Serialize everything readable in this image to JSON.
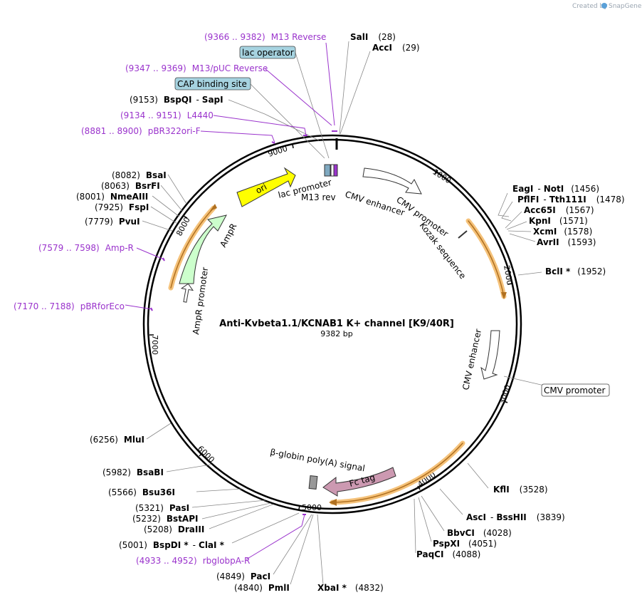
{
  "credit": {
    "text": "Created by",
    "brand": "SnapGene"
  },
  "plasmid": {
    "name": "Anti-Kvbeta1.1/KCNAB1 K+ channel [K9/40R]",
    "size": "9382 bp"
  },
  "ticks": [
    "1000",
    "2000",
    "3000",
    "4000",
    "5000",
    "6000",
    "7000",
    "8000",
    "9000"
  ],
  "sites": [
    {
      "name": "SalI",
      "pos": "(28)"
    },
    {
      "name": "AccI",
      "pos": "(29)"
    },
    {
      "name": "EagI",
      "sep": "-",
      "name2": "NotI",
      "pos": "(1456)"
    },
    {
      "name": "PflFI",
      "sep": "-",
      "name2": "Tth111I",
      "pos": "(1478)"
    },
    {
      "name": "Acc65I",
      "pos": "(1567)"
    },
    {
      "name": "KpnI",
      "pos": "(1571)"
    },
    {
      "name": "XcmI",
      "pos": "(1578)"
    },
    {
      "name": "AvrII",
      "pos": "(1593)"
    },
    {
      "name": "BclI *",
      "pos": "(1952)"
    },
    {
      "name": "KflI",
      "pos": "(3528)"
    },
    {
      "name": "AscI",
      "sep": "-",
      "name2": "BssHII",
      "pos": "(3839)"
    },
    {
      "name": "BbvCI",
      "pos": "(4028)"
    },
    {
      "name": "PspXI",
      "pos": "(4051)"
    },
    {
      "name": "PaqCI",
      "pos": "(4088)"
    },
    {
      "name": "XbaI *",
      "pos": "(4832)"
    },
    {
      "name": "PmlI",
      "pos": "(4840)"
    },
    {
      "name": "PacI",
      "pos": "(4849)"
    },
    {
      "name": "BspDI *",
      "sep": "-",
      "name2": "ClaI *",
      "pos": "(5001)"
    },
    {
      "name": "DraIII",
      "pos": "(5208)"
    },
    {
      "name": "BstAPI",
      "pos": "(5232)"
    },
    {
      "name": "PasI",
      "pos": "(5321)"
    },
    {
      "name": "Bsu36I",
      "pos": "(5566)"
    },
    {
      "name": "BsaBI",
      "pos": "(5982)"
    },
    {
      "name": "MluI",
      "pos": "(6256)"
    },
    {
      "name": "PvuI",
      "pos": "(7779)"
    },
    {
      "name": "FspI",
      "pos": "(7925)"
    },
    {
      "name": "NmeAIII",
      "pos": "(8001)"
    },
    {
      "name": "BsrFI",
      "pos": "(8063)"
    },
    {
      "name": "BsaI",
      "pos": "(8082)"
    },
    {
      "name": "BspQI",
      "sep": "-",
      "name2": "SapI",
      "pos": "(9153)"
    }
  ],
  "primers": [
    {
      "range": "(9366 .. 9382)",
      "name": "M13 Reverse"
    },
    {
      "range": "(9347 .. 9369)",
      "name": "M13/pUC Reverse"
    },
    {
      "range": "(9134 .. 9151)",
      "name": "L4440"
    },
    {
      "range": "(8881 .. 8900)",
      "name": "pBR322ori-F"
    },
    {
      "range": "(7579 .. 7598)",
      "name": "Amp-R"
    },
    {
      "range": "(7170 .. 7188)",
      "name": "pBRforEco"
    },
    {
      "range": "(4933 .. 4952)",
      "name": "rbglobpA-R"
    }
  ],
  "boxed_features": [
    "lac operator",
    "CAP binding site",
    "CMV promoter"
  ],
  "features": {
    "ori": "ori",
    "ampr": "AmpR",
    "ampr_promoter": "AmpR promoter",
    "lac_promoter": "lac promoter",
    "m13_rev": "M13 rev",
    "cmv_enhancer_1": "CMV enhancer",
    "cmv_promoter_1": "CMV promoter",
    "kozak": "Kozak sequence",
    "cmv_enhancer_2": "CMV enhancer",
    "polyA": "β-globin poly(A) signal",
    "fc_tag": "Fc tag"
  },
  "colors": {
    "ori": "#ffff00",
    "ampr": "#ccffcc",
    "fc_tag": "#cc99b1",
    "primer": "#9a33cc",
    "highlight": "#f5a623",
    "box": "#a6d3e0"
  }
}
